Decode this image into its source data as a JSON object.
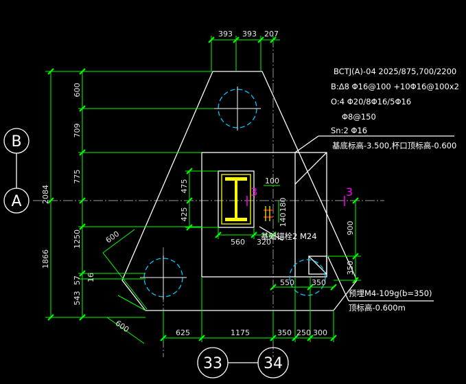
{
  "colors": {
    "background": "#000000",
    "outline": "#ffffff",
    "dimension": "#00ff00",
    "pile": "#00c8ff",
    "axis": "#9a9a9a",
    "section_mark": "#ff00ff",
    "steel_column": "#ffff00",
    "anchor": "#ff2020"
  },
  "axis_labels": {
    "row_upper": "B",
    "row_lower": "A",
    "col_left": "33",
    "col_right": "34"
  },
  "dims_top": [
    "393",
    "393",
    "207"
  ],
  "dims_left_inner": [
    "600",
    "709",
    "775",
    "425",
    "1250",
    "57",
    "543"
  ],
  "dims_left_outer": [
    "2084",
    "1866"
  ],
  "dims_bottom": [
    "625",
    "1175",
    "350",
    "250",
    "300"
  ],
  "dims_column": {
    "h_upper": "475",
    "h_lower": "425",
    "w_left": "560",
    "w_right": "320"
  },
  "dims_anchor": {
    "top": "100",
    "right_upper": "180",
    "right_lower": "140"
  },
  "dims_right": {
    "upper": "900",
    "lower": "350"
  },
  "dims_lower_right": {
    "left": "550",
    "right": "350"
  },
  "dims_pile": {
    "upper": "600",
    "lower": "600",
    "small": "16"
  },
  "section_marks": {
    "left": "3",
    "right": "3"
  },
  "notes": {
    "line1": "BCTJ(A)-04  2025/875,700/2200",
    "line2": "B:Δ8 Φ16@100 +10Φ16@100x2",
    "line3": "O:4 Φ20/8Φ16/5Φ16",
    "line4": "Φ8@150",
    "line5": "Sn:2 Φ16",
    "line6": "基底标高-3.500,杯口顶标高-0.600"
  },
  "labels": {
    "anchor_bolt": "基础锚栓2 M24",
    "embed_line1": "预埋M4-109g(b=350)",
    "embed_line2": "顶标高-0.600m"
  }
}
